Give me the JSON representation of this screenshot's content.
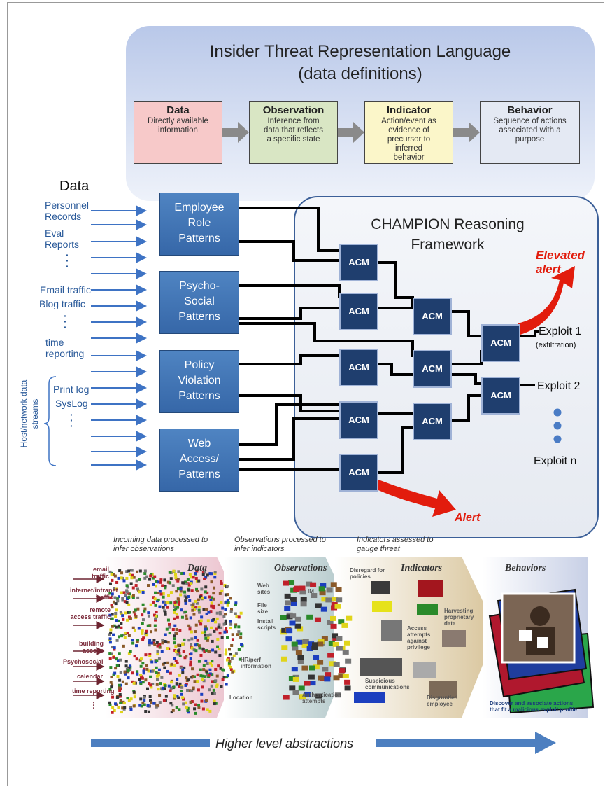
{
  "itrl": {
    "title_line1": "Insider Threat Representation Language",
    "title_line2": "(data definitions)",
    "boxes": [
      {
        "title": "Data",
        "desc": "Directly available information",
        "color": "#f7c9c9"
      },
      {
        "title": "Observation",
        "desc": "Inference from data that reflects a specific state",
        "color": "#d9e6c4"
      },
      {
        "title": "Indicator",
        "desc": "Action/event as evidence of precursor to inferred behavior",
        "color": "#fbf6c9"
      },
      {
        "title": "Behavior",
        "desc": "Sequence of actions associated with a purpose",
        "color": "#e4e9f3"
      }
    ]
  },
  "data_sources": {
    "heading": "Data",
    "personnel": "Personnel Records",
    "eval": "Eval Reports",
    "email": "Email traffic",
    "blog": "Blog traffic",
    "time": "time reporting",
    "host_label": "Host/network data streams",
    "print": "Print log",
    "syslog": "SysLog",
    "dots": "·\n·\n·"
  },
  "patterns": [
    {
      "line1": "Employee",
      "line2": "Role",
      "line3": "Patterns"
    },
    {
      "line1": "Psycho-",
      "line2": "Social",
      "line3": "Patterns"
    },
    {
      "line1": "Policy",
      "line2": "Violation",
      "line3": "Patterns"
    },
    {
      "line1": "Web",
      "line2": "Access/",
      "line3": "Patterns"
    }
  ],
  "champion": {
    "title": "CHAMPION Reasoning Framework",
    "acm_label": "ACM",
    "elevated_alert": "Elevated alert",
    "alert": "Alert",
    "exploit1": "Exploit 1",
    "exploit1_sub": "(exfiltration)",
    "exploit2": "Exploit 2",
    "exploitn": "Exploit n"
  },
  "bottom": {
    "cap1": "Incoming data processed to infer observations",
    "cap2": "Observations processed to infer indicators",
    "cap3": "Indicators assessed to gauge threat",
    "sec_data": "Data",
    "sec_obs": "Observations",
    "sec_ind": "Indicators",
    "sec_beh": "Behaviors",
    "inputs": [
      "email traffic",
      "internet/intranet traffic",
      "remote access traffic",
      "building access",
      "Psychosocial",
      "calendar",
      "time reporting",
      "⋮"
    ],
    "obs_labels": [
      "Web sites",
      "File size",
      "Install scripts",
      "IM",
      "HR/perf information",
      "Location",
      "Authentication attempts"
    ],
    "ind_labels": [
      "Disregard for policies",
      "Harvesting proprietary data",
      "Access attempts against privilege",
      "Suspicious communications",
      "Disgruntled employee"
    ],
    "beh_caption": "Discover and associate actions that fit a malicious exploit profile",
    "abstraction": "Higher level abstractions"
  }
}
